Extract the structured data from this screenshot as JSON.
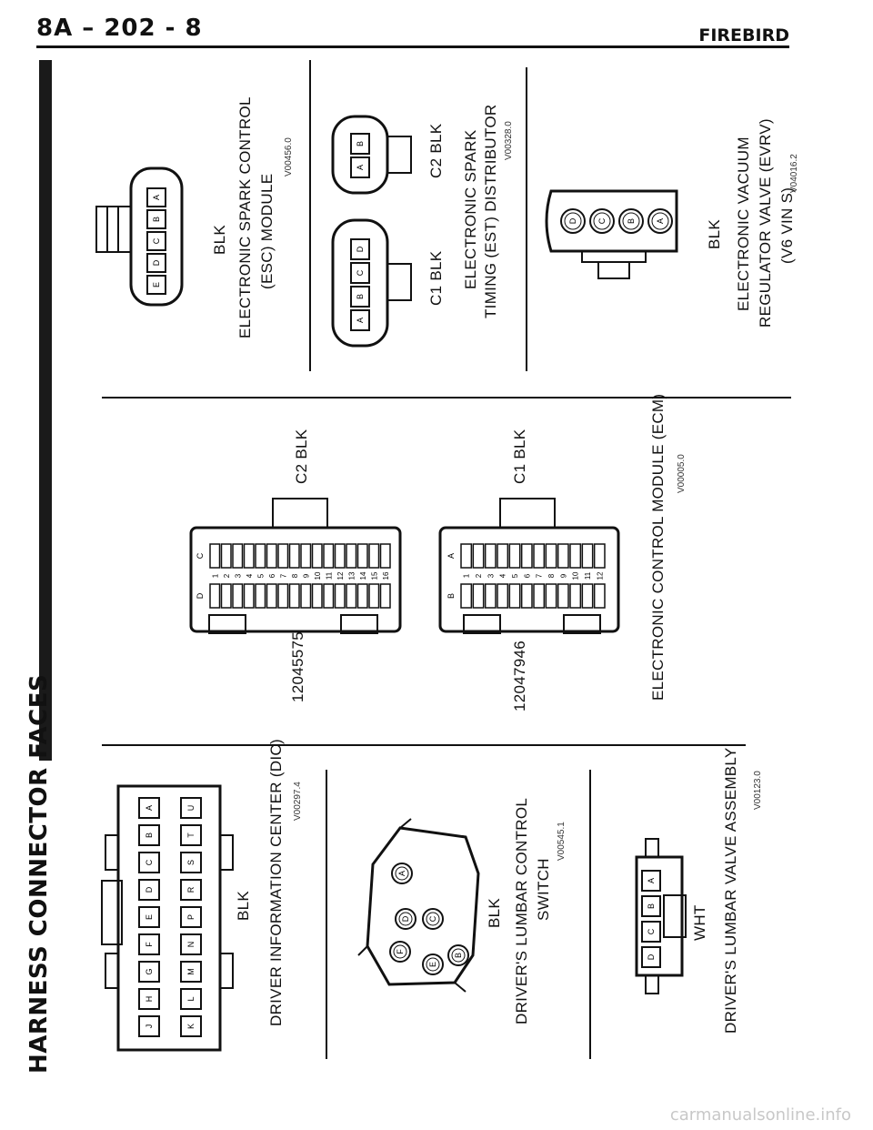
{
  "header": {
    "page_number": "8A – 202 - 8",
    "model": "FIREBIRD"
  },
  "section_title": "HARNESS CONNECTOR FACES",
  "connectors": {
    "dic": {
      "name": "DRIVER INFORMATION CENTER (DIC)",
      "color": "BLK",
      "code": "V00297.4",
      "pins_top": [
        "J",
        "H",
        "G",
        "F",
        "E",
        "D",
        "C",
        "B",
        "A"
      ],
      "pins_bottom": [
        "K",
        "L",
        "M",
        "N",
        "P",
        "R",
        "S",
        "T",
        "U"
      ]
    },
    "lumbar_switch": {
      "name_1": "DRIVER'S LUMBAR CONTROL",
      "name_2": "SWITCH",
      "color": "BLK",
      "code": "V00545.1",
      "pins": [
        "A",
        "B",
        "C",
        "D",
        "E",
        "F"
      ]
    },
    "lumbar_valve": {
      "name": "DRIVER'S LUMBAR VALVE ASSEMBLY",
      "color": "WHT",
      "code": "V00123.0",
      "pins": [
        "D",
        "C",
        "B",
        "A"
      ]
    },
    "ecm": {
      "name": "ELECTRONIC CONTROL MODULE (ECM)",
      "code": "V00005.0",
      "c2": {
        "part": "12045575",
        "color": "C2 BLK",
        "row_left": "D",
        "row_right": "C",
        "numbers": [
          "1",
          "2",
          "3",
          "4",
          "5",
          "6",
          "7",
          "8",
          "9",
          "10",
          "11",
          "12",
          "13",
          "14",
          "15",
          "16"
        ]
      },
      "c1": {
        "part": "12047946",
        "color": "C1 BLK",
        "row_left": "B",
        "row_right": "A",
        "numbers": [
          "1",
          "2",
          "3",
          "4",
          "5",
          "6",
          "7",
          "8",
          "9",
          "10",
          "11",
          "12"
        ]
      }
    },
    "esc": {
      "name_1": "ELECTRONIC SPARK CONTROL",
      "name_2": "(ESC) MODULE",
      "color": "BLK",
      "code": "V00456.0",
      "pins": [
        "E",
        "D",
        "C",
        "B",
        "A"
      ]
    },
    "est": {
      "name_1": "ELECTRONIC SPARK",
      "name_2": "TIMING (EST) DISTRIBUTOR",
      "code": "V00328.0",
      "c1_color": "C1 BLK",
      "c2_color": "C2 BLK",
      "c1_pins": [
        "A",
        "B",
        "C",
        "D"
      ],
      "c2_pins": [
        "A",
        "B"
      ]
    },
    "evrv": {
      "name_1": "ELECTRONIC VACUUM",
      "name_2": "REGULATOR VALVE (EVRV)",
      "name_3": "(V6 VIN S)",
      "color": "BLK",
      "code": "V04016.2",
      "pins": [
        "D",
        "C",
        "B",
        "A"
      ]
    }
  },
  "watermark": "carmanualsonline.info"
}
